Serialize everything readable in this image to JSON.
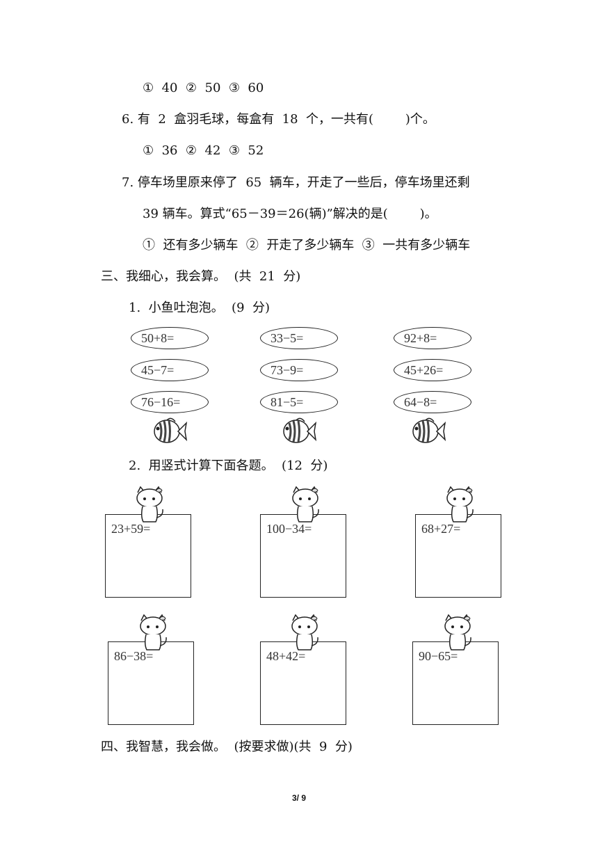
{
  "q5_options": "①  40  ②  50  ③  60",
  "q6": {
    "text": "6. 有  2  盒羽毛球，每盒有  18  个，一共有(        )个。",
    "options": "①  36  ②  42  ③  52"
  },
  "q7": {
    "line1": "7. 停车场里原来停了  65  辆车，开走了一些后，停车场里还剩",
    "line2": "39 辆车。算式“65－39＝26(辆)”解决的是(        )。",
    "options": "①  还有多少辆车  ②  开走了多少辆车  ③  一共有多少辆车"
  },
  "section3": {
    "title": "三、我细心，我会算。  (共  21  分)",
    "part1": {
      "title": "1.  小鱼吐泡泡。  (9  分)",
      "bubbles": [
        [
          "50+8=",
          "45−7=",
          "76−16="
        ],
        [
          "33−5=",
          "73−9=",
          "81−5="
        ],
        [
          "92+8=",
          "45+26=",
          "64−8="
        ]
      ],
      "fish_icon": "fish-icon"
    },
    "part2": {
      "title": "2.  用竖式计算下面各题。  (12  分)",
      "problems": [
        "23+59=",
        "100−34=",
        "68+27=",
        "86−38=",
        "48+42=",
        "90−65="
      ],
      "cat_icon": "kitten-icon"
    }
  },
  "section4": {
    "title": "四、我智慧，我会做。  (按要求做)(共  9  分)"
  },
  "page_number": "3/ 9"
}
